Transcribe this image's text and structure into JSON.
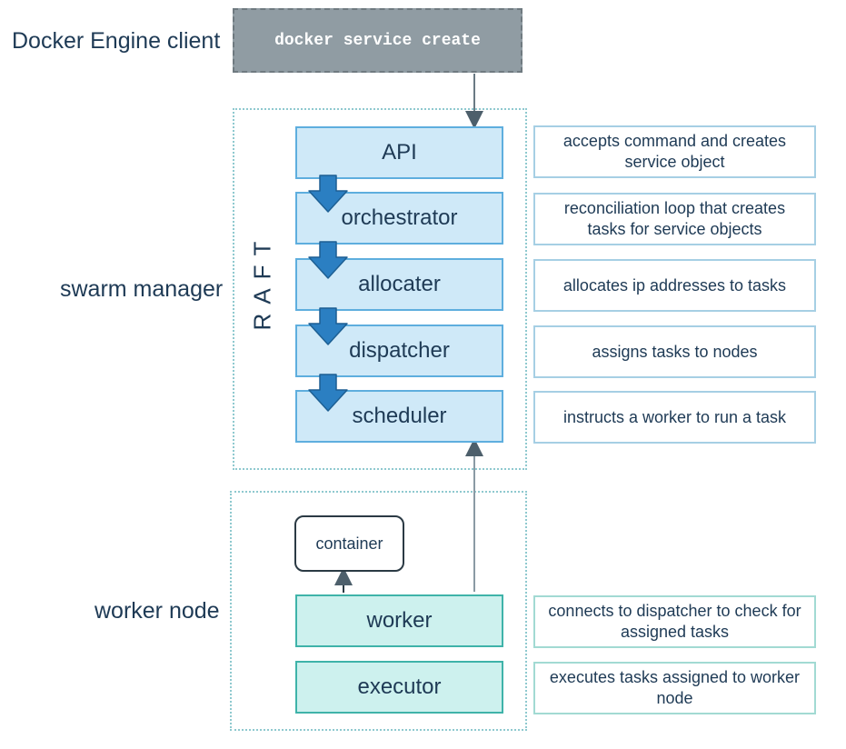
{
  "labels": {
    "client": "Docker Engine client",
    "manager": "swarm manager",
    "worker": "worker node",
    "raft": "RAFT"
  },
  "command": "docker service create",
  "manager_components": [
    {
      "name": "API",
      "description": "accepts command and creates service object"
    },
    {
      "name": "orchestrator",
      "description": "reconciliation loop that creates tasks for service objects"
    },
    {
      "name": "allocater",
      "description": "allocates ip addresses to tasks"
    },
    {
      "name": "dispatcher",
      "description": "assigns tasks to nodes"
    },
    {
      "name": "scheduler",
      "description": "instructs a worker to run a task"
    }
  ],
  "worker_components": [
    {
      "name": "worker",
      "description": "connects to dispatcher to check for assigned tasks"
    },
    {
      "name": "executor",
      "description": "executes tasks assigned to worker node"
    }
  ],
  "container": "container",
  "colors": {
    "manager_fill": "#cfe9f8",
    "manager_border": "#5eaede",
    "worker_fill": "#cdf1ee",
    "worker_border": "#3fb3a9",
    "flow_arrow": "#2b7fc2",
    "command_fill": "#909ca3"
  }
}
